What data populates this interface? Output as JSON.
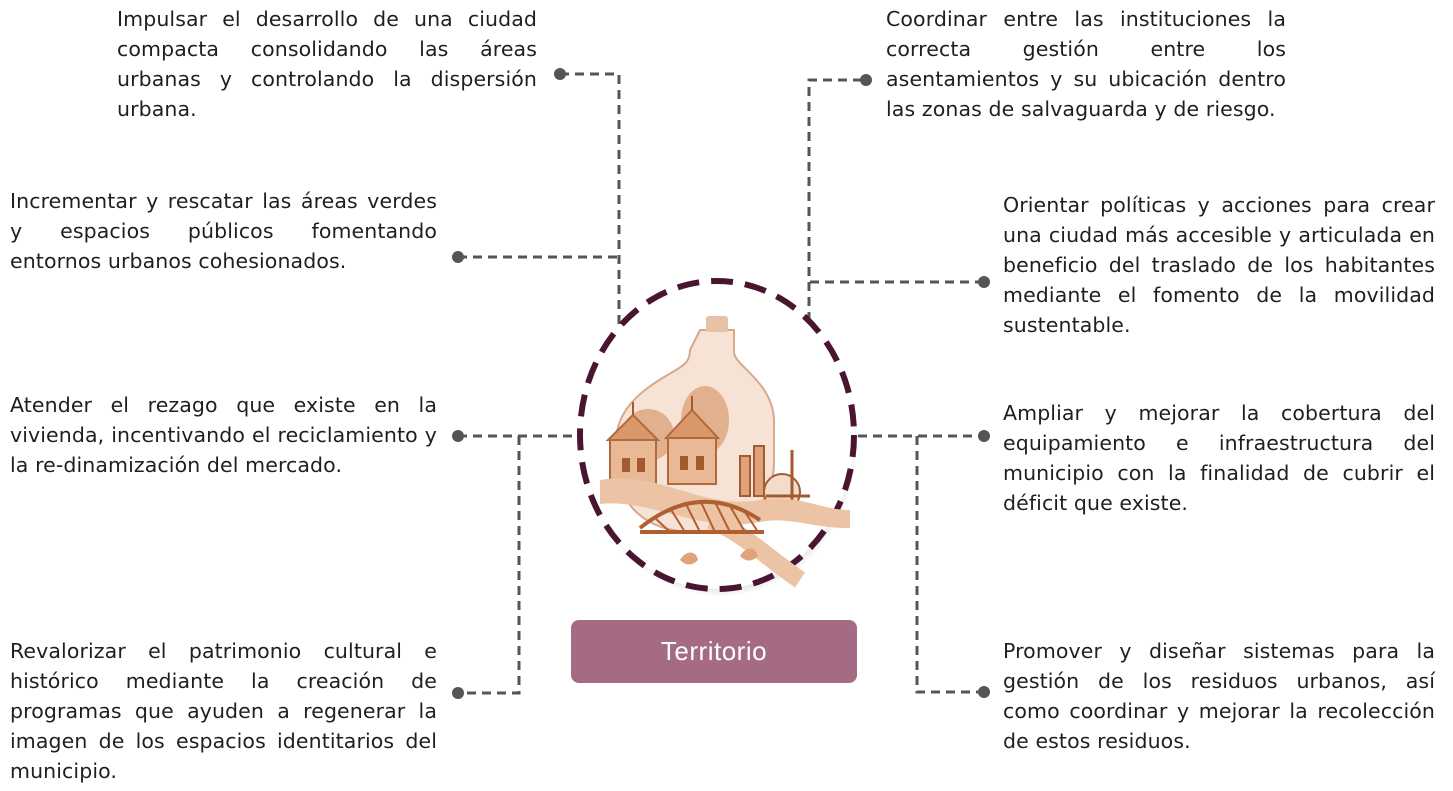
{
  "center": {
    "label": "Territorio"
  },
  "objectives": {
    "left": [
      "Impulsar el desarrollo de una ciudad compacta consolidando las áreas urbanas y controlando la dispersión urbana.",
      "Incrementar y rescatar las áreas verdes y espacios públicos fomentando entornos urbanos cohesionados.",
      "Atender el rezago que existe en la vivienda, incentivando el reciclamiento y la re-dinamización del mercado.",
      "Revalorizar el patrimonio cultural e histórico mediante la creación de programas que ayuden a regenerar la imagen de los espacios identitarios del municipio."
    ],
    "right": [
      "Coordinar entre las instituciones la correcta gestión entre los asentamientos y su ubicación dentro las zonas de salvaguarda y de riesgo.",
      "Orientar políticas y acciones para crear una ciudad más accesible y articulada en beneficio del traslado de los habitantes mediante el fomento de la movilidad sustentable.",
      "Ampliar y mejorar la cobertura del equipamiento e infraestructura del municipio con la finalidad de cubrir el déficit que existe.",
      "Promover y diseñar sistemas para la gestión de los residuos urbanos, así como coordinar y mejorar la recolección de estos residuos."
    ]
  },
  "colors": {
    "connector": "#555555",
    "circle_dash": "#4a1530",
    "badge": "#a56a84",
    "illustration": "#c98a62"
  },
  "icons": {
    "center_illustration": "town-illustration-icon"
  }
}
